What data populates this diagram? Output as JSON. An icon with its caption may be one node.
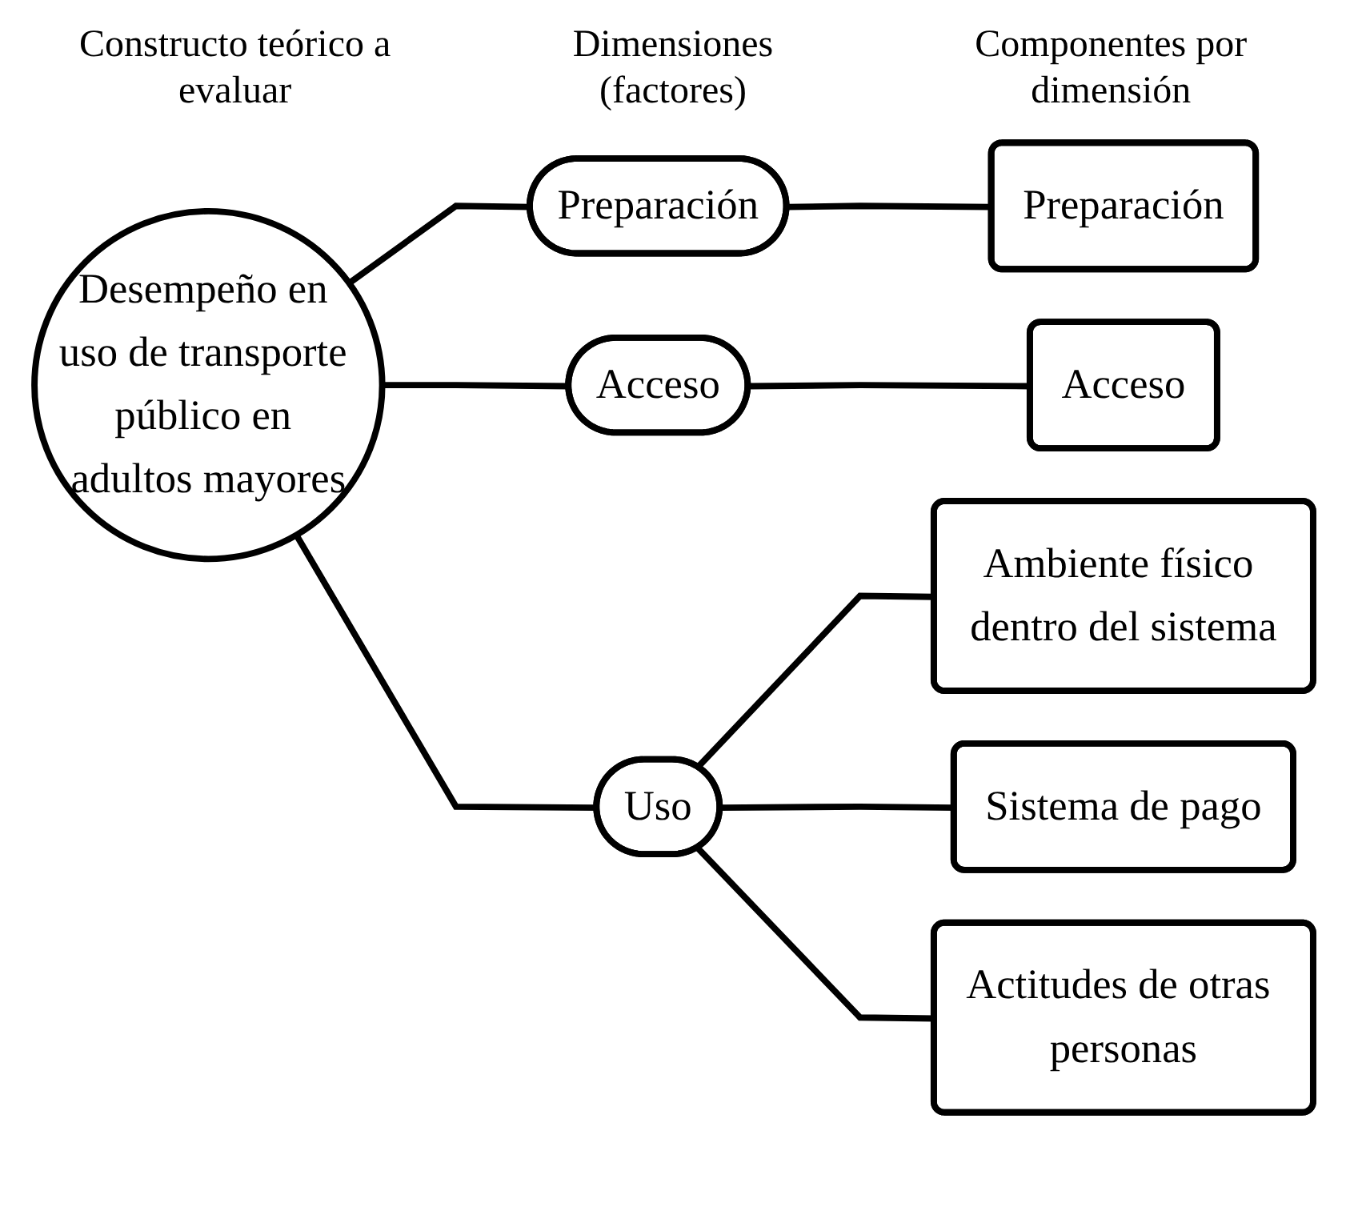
{
  "diagram": {
    "nodes": [
      {
        "text": [
          "Desempeño en uso de transporte público en adultos mayores"
        ]
      },
      {
        "text": [
          "Preparación"
        ]
      },
      {
        "text": [
          "Acceso"
        ]
      },
      {
        "text": [
          "Uso"
        ]
      },
      {
        "text": [
          "Preparación"
        ]
      },
      {
        "text": [
          "Acceso"
        ]
      },
      {
        "text": [
          "Ambiente físico dentro del sistema"
        ]
      },
      {
        "text": [
          "Sistema de pago"
        ]
      },
      {
        "text": [
          "Actitudes de otras personas"
        ]
      }
    ],
    "edges": [
      {
        "from": 0,
        "to": 1,
        "arrow": "none"
      },
      {
        "from": 0,
        "to": 2,
        "arrow": "none"
      },
      {
        "from": 0,
        "to": 3,
        "arrow": "none"
      },
      {
        "from": 1,
        "to": 4,
        "arrow": "none"
      },
      {
        "from": 2,
        "to": 5,
        "arrow": "none"
      },
      {
        "from": 3,
        "to": 6,
        "arrow": "none"
      },
      {
        "from": 3,
        "to": 7,
        "arrow": "none"
      },
      {
        "from": 3,
        "to": 8,
        "arrow": "none"
      }
    ],
    "labels": [
      "Constructo teórico a evaluar",
      "Dimensiones (factores)",
      "Componentes por dimensión"
    ]
  }
}
